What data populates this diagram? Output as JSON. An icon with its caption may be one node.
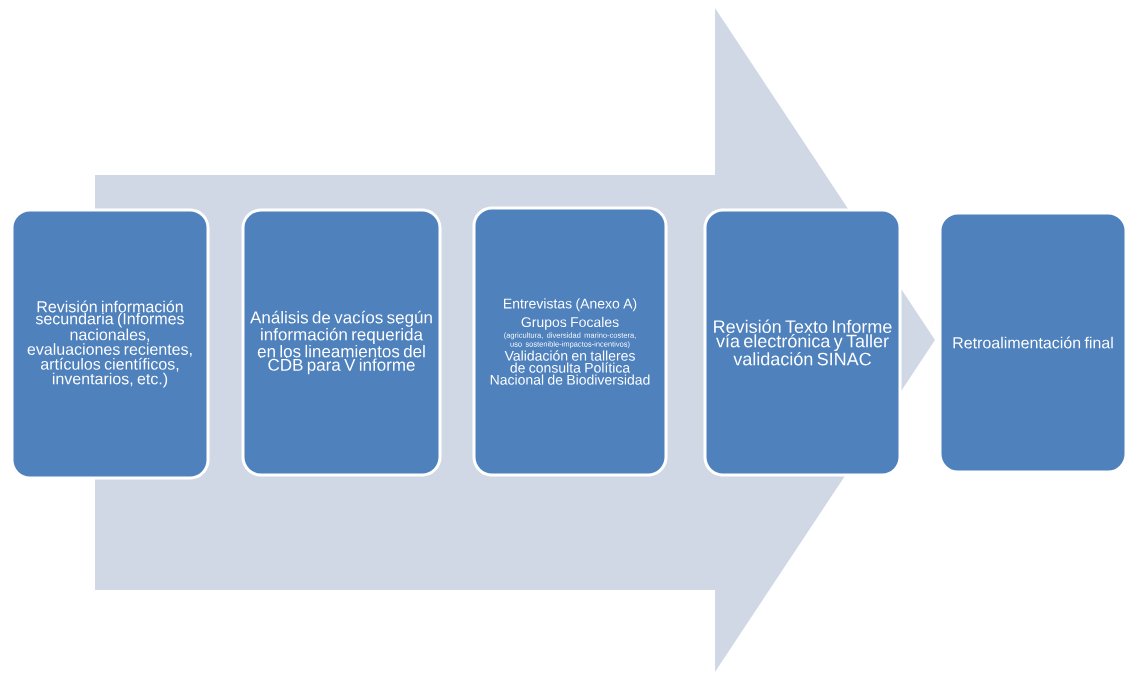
{
  "diagram": {
    "nodes": [
      {
        "text": [
          "Revisión información secundaria (Informes nacionales, evaluaciones recientes, artículos científicos, inventarios, etc.)"
        ]
      },
      {
        "text": [
          "Análisis de vacíos según información requerida en los lineamientos del CDB para V informe"
        ]
      },
      {
        "text": [
          "Entrevistas (Anexo A)",
          "Grupos Focales",
          "(agricultura, diversidad marino-costera, uso sostenible-impactos-incentivos)",
          "Validación en talleres de consulta Política Nacional de Biodiversidad"
        ]
      },
      {
        "text": [
          "Revisión Texto Informe vía electrónica y Taller validación SINAC"
        ]
      },
      {
        "text": [
          "Retroalimentación final"
        ]
      }
    ],
    "edges": [
      {
        "from": 0,
        "to": 4,
        "arrow": "to"
      }
    ]
  }
}
